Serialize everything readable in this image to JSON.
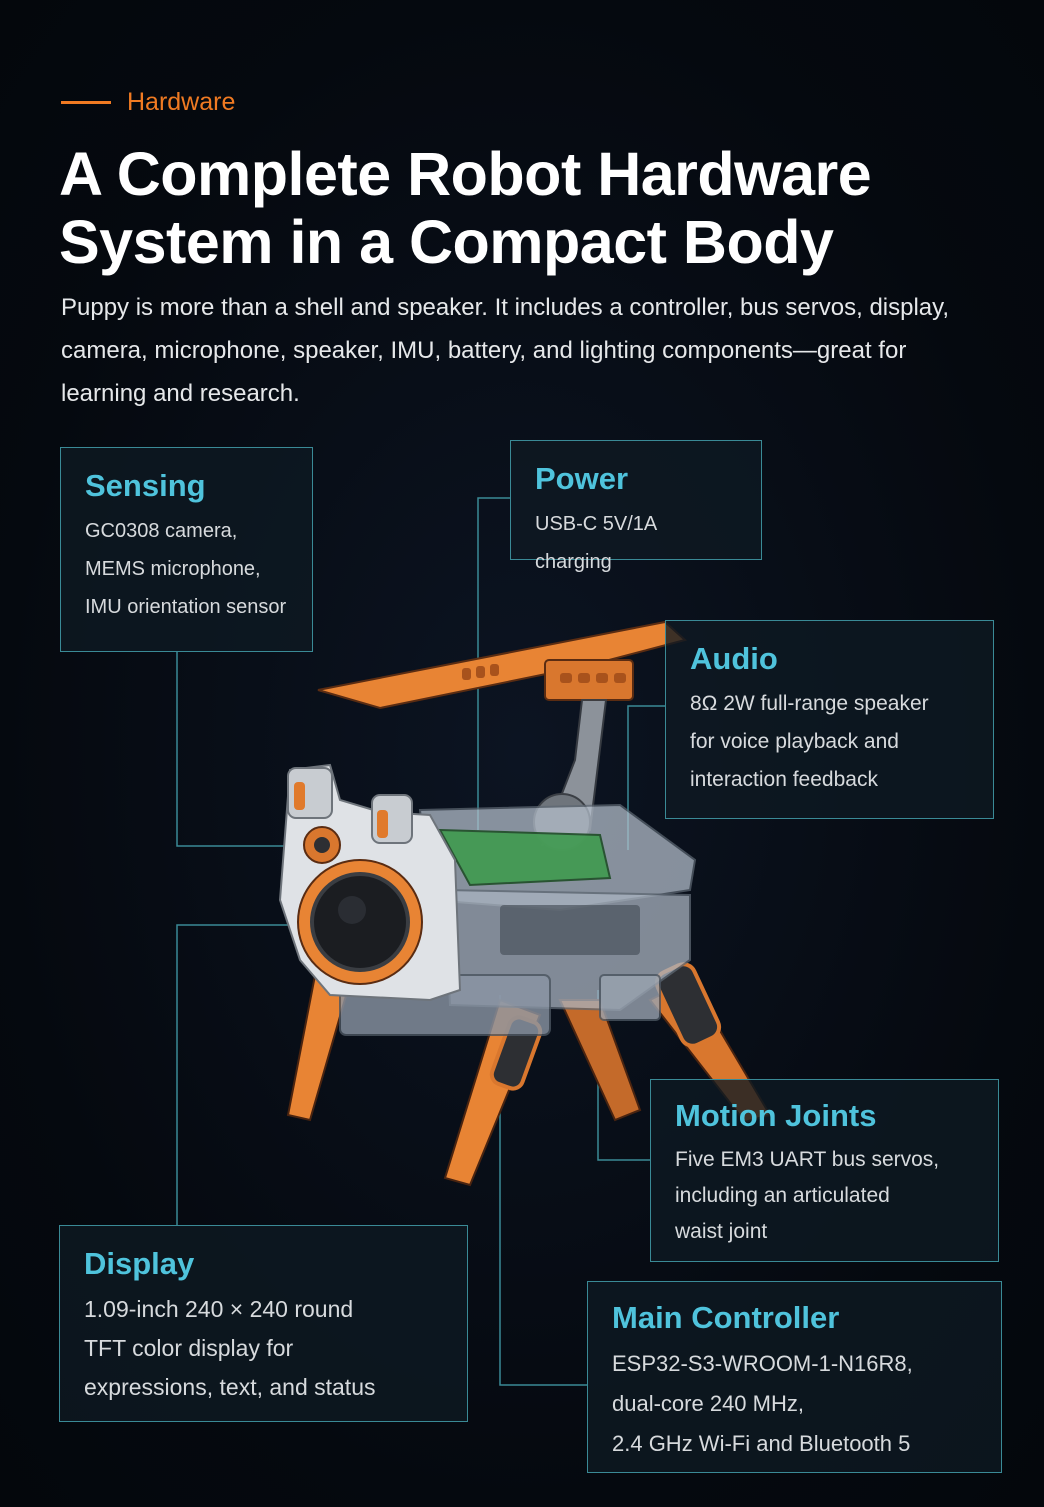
{
  "eyebrow": "Hardware",
  "title": "A Complete Robot Hardware System in a Compact Body",
  "intro": "Puppy is more than a shell and speaker. It includes a controller, bus servos, display, camera, microphone, speaker, IMU, battery, and lighting components—great for learning and research.",
  "callouts": [
    {
      "title": "Sensing",
      "text": "GC0308 camera,\nMEMS microphone,\nIMU orientation sensor"
    },
    {
      "title": "Power",
      "text": "USB-C 5V/1A charging"
    },
    {
      "title": "Audio",
      "text": "8Ω 2W full-range speaker\nfor voice playback and\ninteraction feedback"
    },
    {
      "title": "Motion Joints",
      "text": "Five EM3 UART bus servos,\nincluding an articulated\nwaist joint"
    },
    {
      "title": "Display",
      "text": "1.09-inch 240 × 240 round\nTFT color display for\nexpressions, text, and status"
    },
    {
      "title": "Main Controller",
      "text": "ESP32-S3-WROOM-1-N16R8,\ndual-core 240 MHz,\n2.4 GHz Wi-Fi and Bluetooth 5"
    }
  ],
  "colors": {
    "accent": "#f07a22",
    "heading_cyan": "#4fc3dc",
    "border": "#3a8a96",
    "background": "#05090f"
  }
}
